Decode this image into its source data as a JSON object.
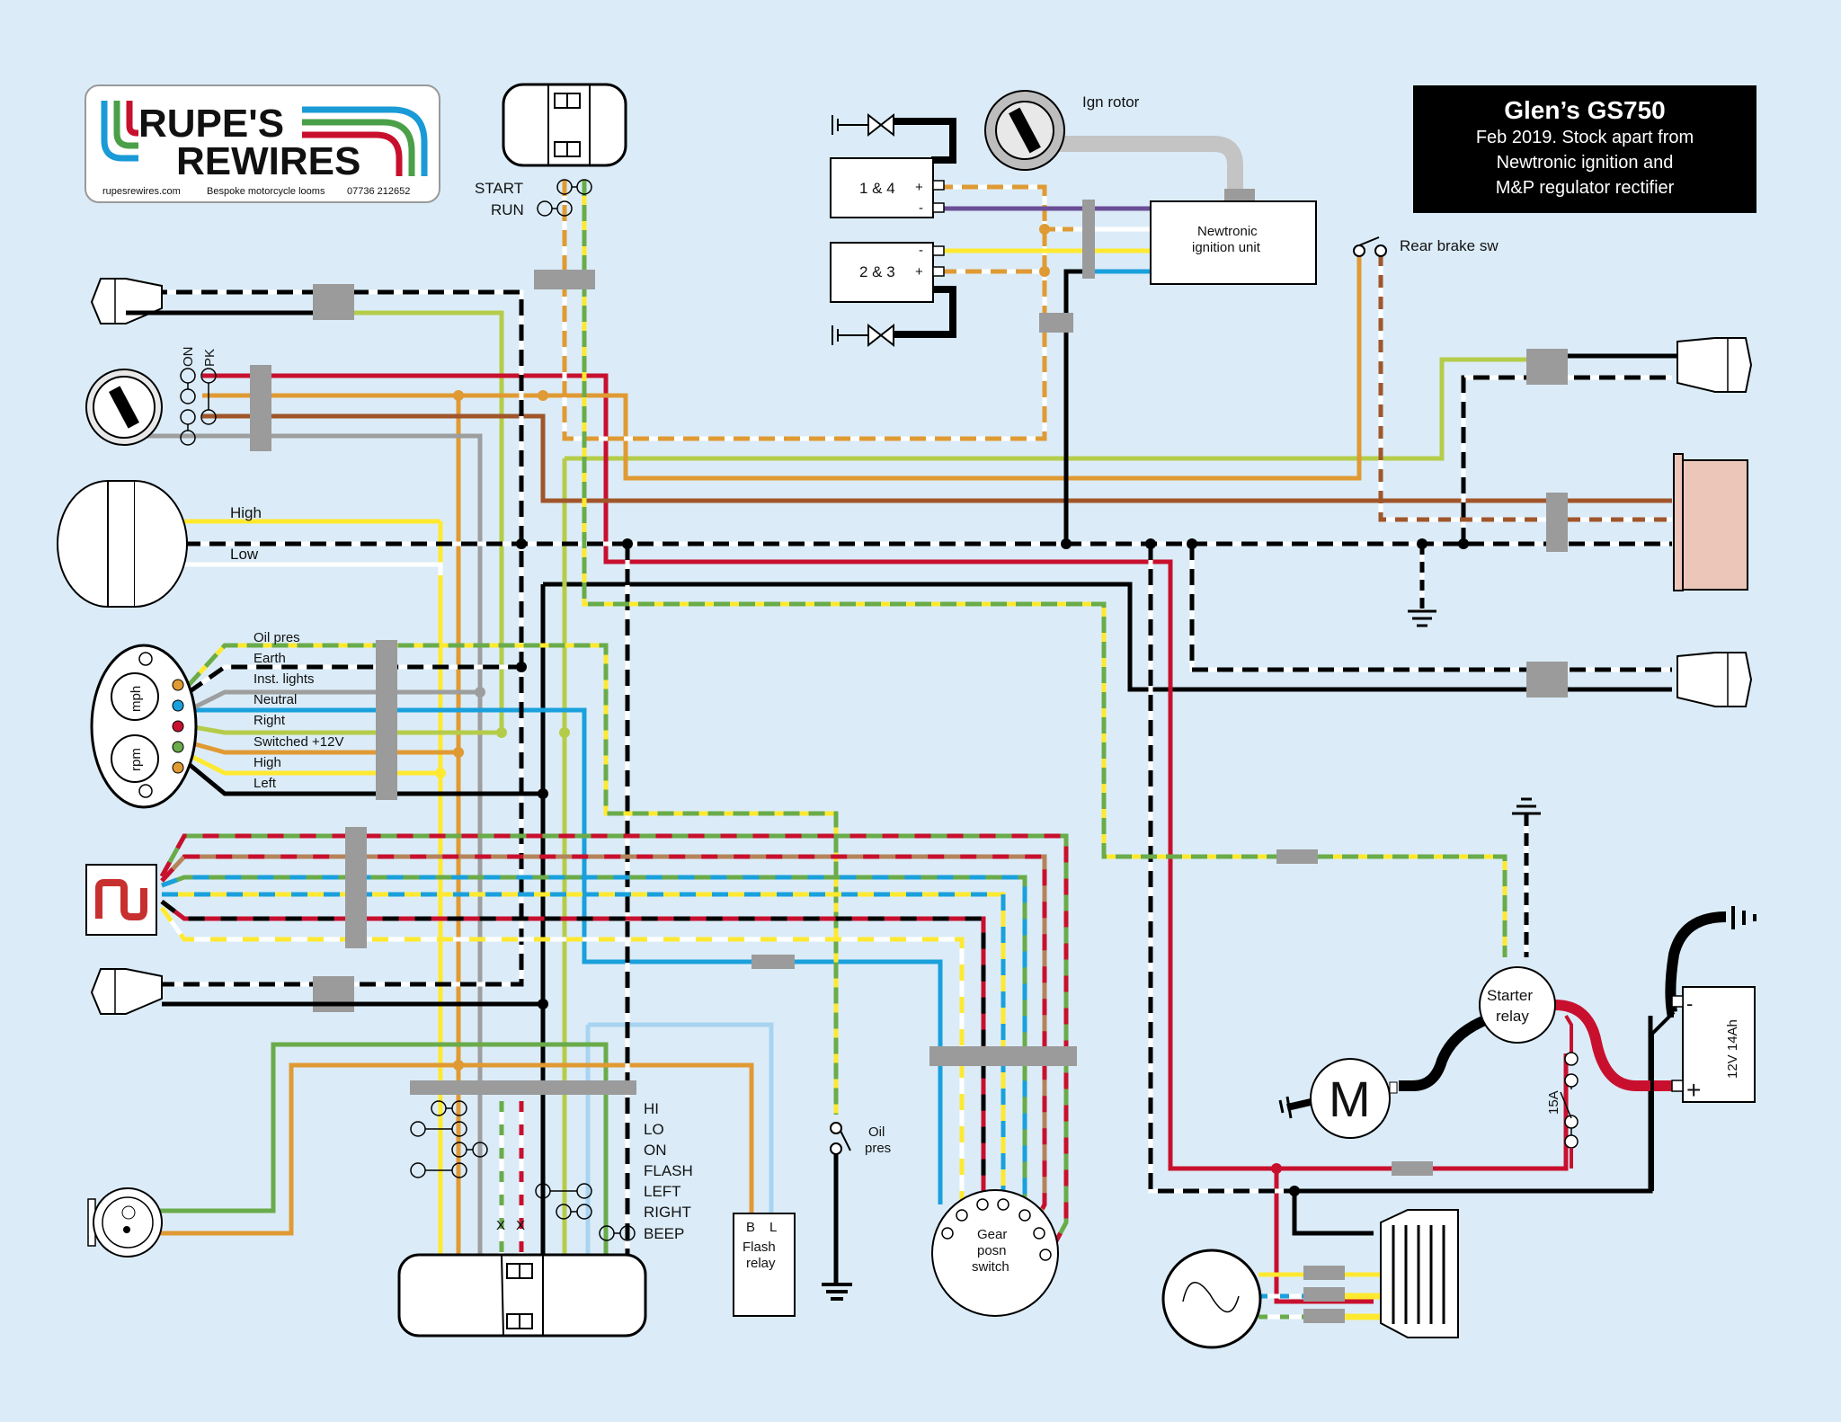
{
  "logo": {
    "line1": "RUPE'S",
    "line2": "REWIRES",
    "website": "rupesrewires.com",
    "tagline": "Bespoke motorcycle looms",
    "phone": "07736 212652",
    "stripe_colors": [
      "#1a9ad6",
      "#4aa048",
      "#c8102e"
    ]
  },
  "title": {
    "heading": "Glen’s GS750",
    "lines": [
      "Feb 2019. Stock apart from",
      "Newtronic ignition and",
      "M&P regulator rectifier"
    ]
  },
  "components": {
    "ignition_switch_top": {
      "start": "START",
      "run": "RUN"
    },
    "ignition_key": {
      "on": "ON",
      "pk": "PK"
    },
    "headlight": {
      "high": "High",
      "low": "Low"
    },
    "instruments": {
      "mph": "mph",
      "rpm": "rpm",
      "wires": [
        "Oil pres",
        "Earth",
        "Inst. lights",
        "Neutral",
        "Right",
        "Switched +12V",
        "High",
        "Left"
      ]
    },
    "coils": {
      "coil1": "1 & 4",
      "coil2": "2 & 3",
      "plus": "+",
      "minus": "-"
    },
    "ign_rotor": "Ign rotor",
    "ignition_unit": {
      "line1": "Newtronic",
      "line2": "ignition unit"
    },
    "rear_brake": "Rear brake sw",
    "handlebar_switch": [
      "HI",
      "LO",
      "ON",
      "FLASH",
      "LEFT",
      "RIGHT",
      "BEEP"
    ],
    "flash_relay": {
      "b": "B",
      "l": "L",
      "line1": "Flash",
      "line2": "relay"
    },
    "oil_pres": {
      "line1": "Oil",
      "line2": "pres"
    },
    "gear_switch": {
      "line1": "Gear",
      "line2": "posn",
      "line3": "switch"
    },
    "starter_relay": {
      "line1": "Starter",
      "line2": "relay"
    },
    "motor": "M",
    "fuse": "15A",
    "battery": {
      "label": "12V 14Ah",
      "minus": "-",
      "plus": "+"
    },
    "x_marks": [
      "X",
      "X"
    ]
  },
  "wire_colors": {
    "red": "#c8102e",
    "orange": "#e09a33",
    "brown": "#a0562a",
    "grey": "#9e9e9e",
    "yellow": "#ffe930",
    "white": "#ffffff",
    "black": "#000000",
    "green": "#6aab4a",
    "lightgreen": "#b5cc4a",
    "blue": "#1aa0dc",
    "lightblue": "#a8d4f2",
    "purple": "#6a4e96",
    "connector": "#9b9b9b",
    "background": "#dbecf8",
    "taillight": "#ecc6b8"
  }
}
